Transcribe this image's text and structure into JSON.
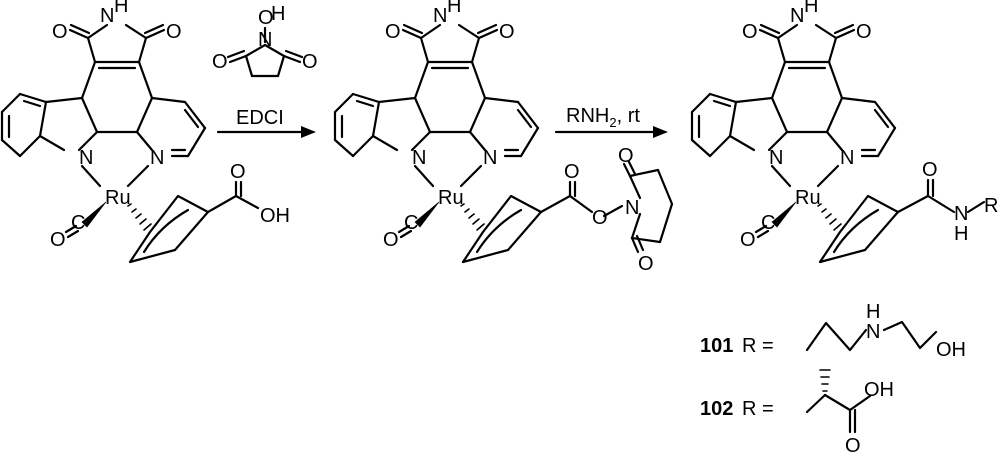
{
  "reagents": {
    "step1": "EDCI",
    "step2_prefix": "RNH",
    "step2_sub": "2",
    "step2_suffix": ", rt"
  },
  "atoms": {
    "nitrogen": "N",
    "oxygen": "O",
    "hydrogen": "H",
    "hydroxyl": "OH",
    "ruthenium": "Ru",
    "carbon": "C",
    "r_group": "R"
  },
  "compounds": [
    {
      "number": "101",
      "label": "R ="
    },
    {
      "number": "102",
      "label": "R ="
    }
  ]
}
